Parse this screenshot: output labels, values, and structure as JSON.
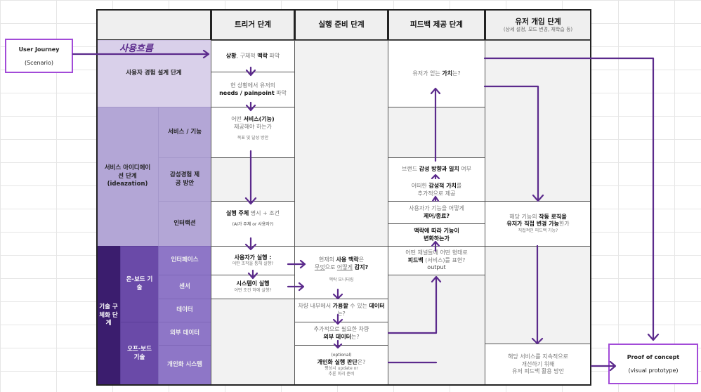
{
  "left_box": {
    "title": "User Journey",
    "subtitle": "(Scenario)"
  },
  "right_box": {
    "title": "Proof of concept",
    "subtitle": "(visual prototype)"
  },
  "handwritten_label": "사용흐름",
  "headers": {
    "trigger": "트리거 단계",
    "prep": "실행 준비 단계",
    "feedback": "피드백 제공 단계",
    "user": "유저 개입 단계",
    "user_sub": "(상세 설정, 모드 변경, 재학습 등)"
  },
  "rows": {
    "ux": "사용자 경험 설계 단계",
    "ideation": "서비스 아이디에이션 단계",
    "ideation_en": "(ideazation)",
    "service": "서비스 / 기능",
    "emotion": "감성경험 제공 방안",
    "interaction": "인터랙션",
    "tech": "기술 구체화 단계",
    "onboard": "온-보드 기술",
    "offboard": "오프-보드 기술",
    "interface": "인터페이스",
    "sensor": "센서",
    "data": "데이터",
    "external": "외부 데이터",
    "personal": "개인화 시스템"
  },
  "trigger": {
    "t1a": "상황",
    "t1b": ", 구체적 ",
    "t1c": "맥락",
    "t1d": " 파악",
    "t2a": "현 상황에서 유저의",
    "t2b": "needs / painpoint",
    "t2c": " 파악",
    "t3a": "어떤 ",
    "t3b": "서비스(기능)",
    "t3c": "제공해야 하는가",
    "t3d": "목표 및 달성 방안",
    "t4a": "실행 주체",
    "t4b": " 명시 + 조건",
    "t4c": "(AI가 주체 or 사용자?)",
    "t5a": "사용자가 실행 :",
    "t5b": "어떤 조작을 통해 실행?",
    "t6a": "시스템이 실행",
    "t6b": "어떤 조건 하에 실행?"
  },
  "prep": {
    "p1a": "현재의 ",
    "p1b": "사용 맥락",
    "p1c": "은",
    "p1d": "무엇",
    "p1e": "으로 ",
    "p1f": "어떻게",
    "p1g": " 감지",
    "p1h": "?",
    "p1i": "맥락 모니터링",
    "p2a": "차량 내부에서 ",
    "p2b": "가용할",
    "p2c": " 수 있는 ",
    "p2d": "데이터",
    "p2e": "는?",
    "p3a": "추가적으로 필요한 차량",
    "p3b": "외부 데이터",
    "p3c": "는?",
    "p4a": "(optional)",
    "p4b": "개인화 실행 판단",
    "p4c": "은?",
    "p4d": "평상시 update or",
    "p4e": "추론 미리 준비"
  },
  "feedback": {
    "f1a": "유저가 얻는 ",
    "f1b": "가치",
    "f1c": "는?",
    "f2a": "브랜드 ",
    "f2b": "감성 방향과 일치",
    "f2c": " 여부",
    "f3a": "어떠한 ",
    "f3b": "감성적 가치",
    "f3c": "를",
    "f3d": "추가적으로 제공",
    "f4a": "사용자가 기능을 어떻게",
    "f4b": "제어/종료?",
    "f5a": "맥락에 따라 기능이",
    "f5b": "변화하는가",
    "f6a": "어떤 채널들에 어떤 형태로",
    "f6b": "피드백",
    "f6c": " (서비스)를 표현?",
    "f6d": "output"
  },
  "user": {
    "u1a": "해당 기능의 ",
    "u1b": "작동 로직을",
    "u1c": "유저가 직접 변경 가능",
    "u1d": "한가",
    "u1e": "직접적인 피드백 가능?",
    "u2a": "해당 서비스를 지속적으로",
    "u2b": "개선하기 위해",
    "u2c": "유저 피드백 활용 방안"
  },
  "colors": {
    "arrow": "#5b2a8c",
    "box_border": "#a24bd8"
  }
}
